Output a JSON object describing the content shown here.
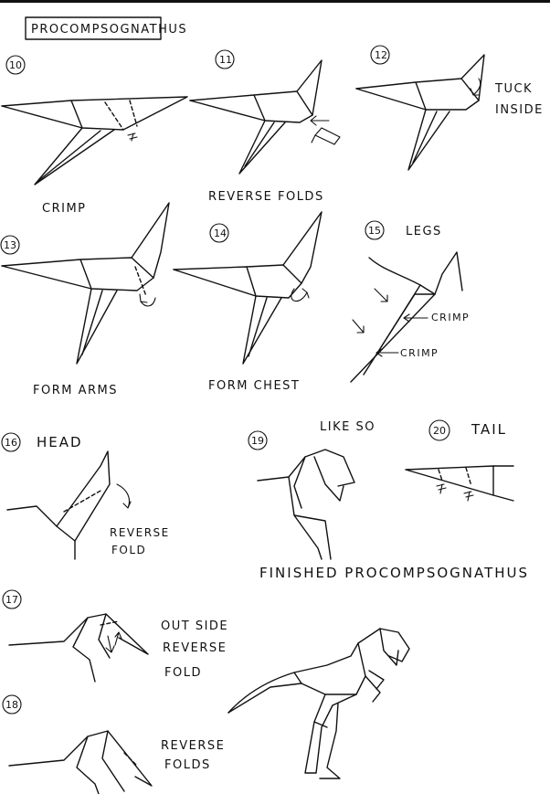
{
  "title": "PROCOMPSOGNATHUS",
  "steps": [
    {
      "id": "10",
      "label": "CRIMP"
    },
    {
      "id": "11",
      "label": "REVERSE   FOLDS"
    },
    {
      "id": "12",
      "label_line1": "TUCK",
      "label_line2": "INSIDE"
    },
    {
      "id": "13",
      "label": "FORM    ARMS"
    },
    {
      "id": "14",
      "label": "FORM  CHEST"
    },
    {
      "id": "15",
      "label": "LEGS",
      "crimp_upper": "CRIMP",
      "crimp_lower": "CRIMP"
    },
    {
      "id": "16",
      "label": "HEAD",
      "note_line1": "REVERSE",
      "note_line2": "FOLD"
    },
    {
      "id": "19",
      "label": "LIKE  SO"
    },
    {
      "id": "20",
      "label": "TAIL"
    },
    {
      "id": "17",
      "label_line1": "OUT SIDE",
      "label_line2": "REVERSE",
      "label_line3": "FOLD"
    },
    {
      "id": "18",
      "label_line1": "REVERSE",
      "label_line2": "FOLDS"
    }
  ],
  "finished_label": "FINISHED   PROCOMPSOGNATHUS"
}
